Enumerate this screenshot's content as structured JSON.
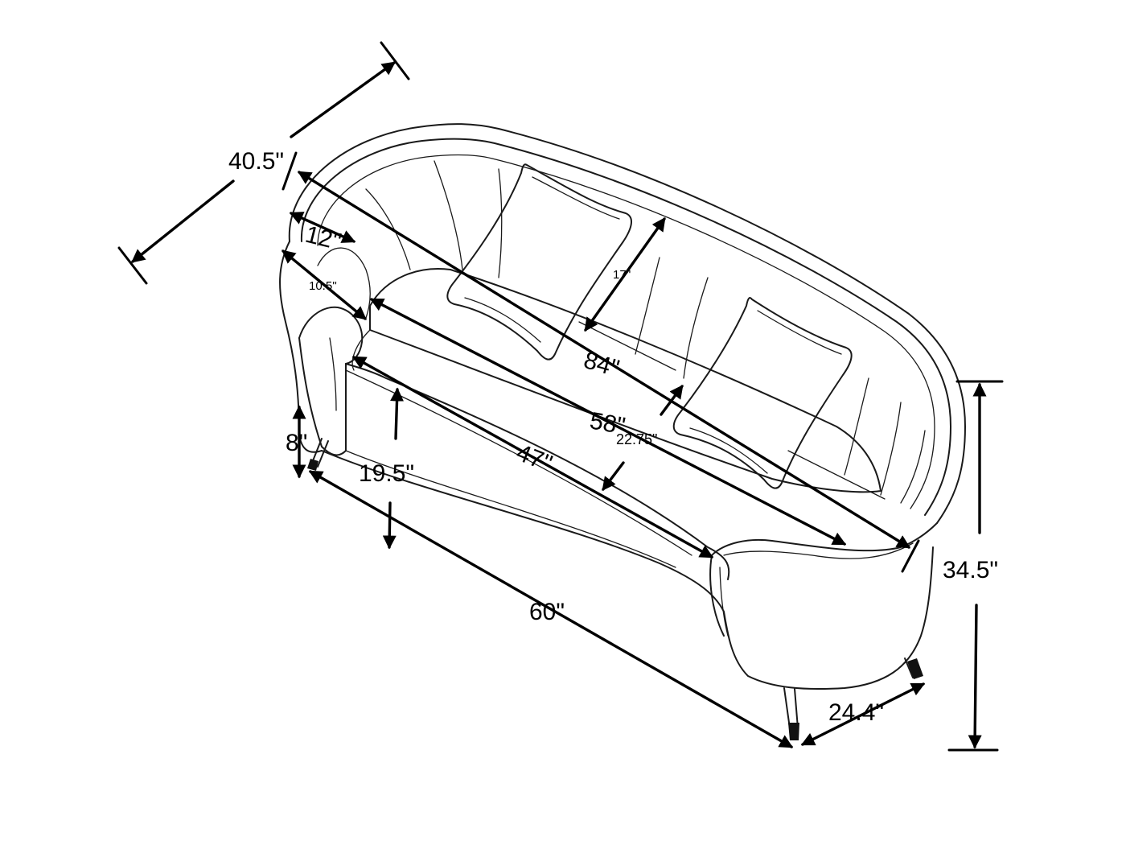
{
  "dimensions": {
    "depth_total": "40.5\"",
    "arm_width_top": "12''",
    "arm_width_inner": "10.5''",
    "back_cushion_height": "17''",
    "overall_width": "84\"",
    "inner_width": "58\"",
    "seat_depth": "22.75\"",
    "seat_width": "47''",
    "seat_height": "19.5\"",
    "leg_height": "8\"",
    "base_width": "60\"",
    "base_depth": "24.4\"",
    "overall_height": "34.5\""
  }
}
